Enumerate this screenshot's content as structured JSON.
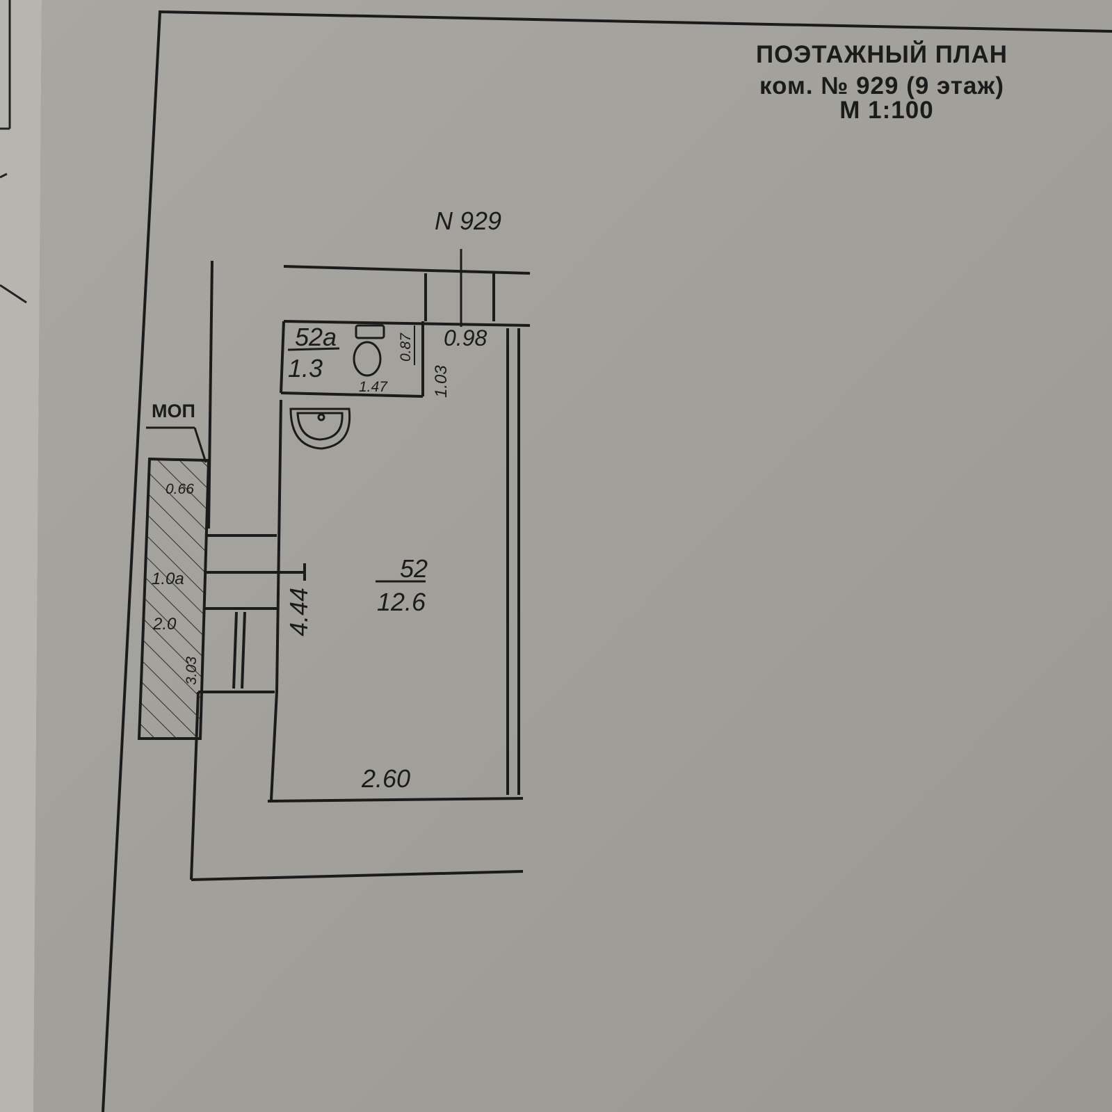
{
  "header": {
    "title": "ПОЭТАЖНЫЙ ПЛАН",
    "subtitle": "ком. № 929 (9 этаж)",
    "scale": "М 1:100"
  },
  "plan": {
    "room_number": "N 929",
    "corridor_label": "МОП",
    "main_room": {
      "number": "52",
      "area": "12.6"
    },
    "bathroom": {
      "number": "52а",
      "area": "1.3"
    },
    "dimensions": {
      "room_width": "2.60",
      "room_length": "4.44",
      "bath_length": "1.03",
      "bath_depth": "0.87",
      "bath_width": "1.47",
      "entry_width": "0.98"
    },
    "closet_labels": {
      "top": "0.66",
      "middle": "1.0а",
      "lower": "2.0",
      "side": "3.03"
    }
  },
  "colors": {
    "paper": "#a3a19b",
    "ink": "#1b1b1b",
    "background": "#8f8d87"
  }
}
